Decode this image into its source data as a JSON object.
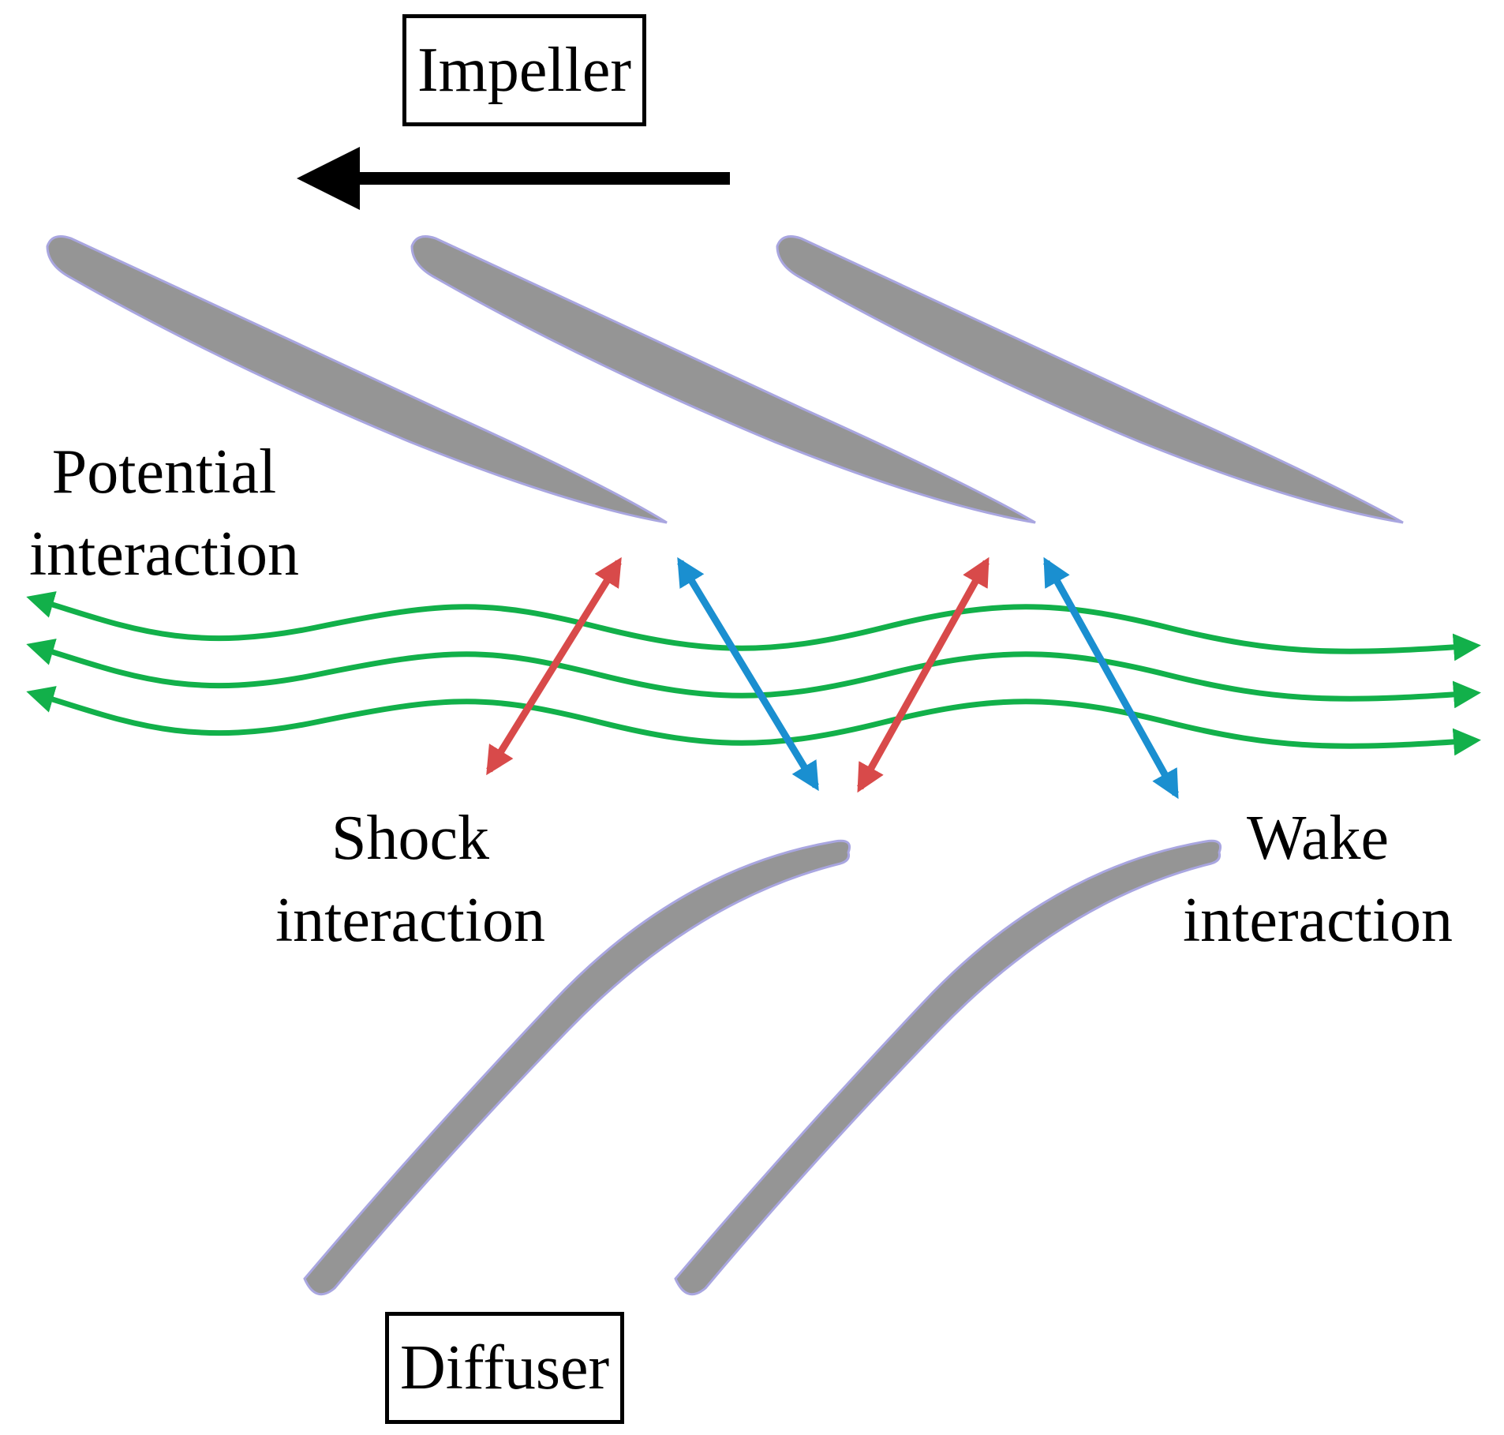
{
  "labels": {
    "impeller": "Impeller",
    "diffuser": "Diffuser",
    "potential": [
      "Potential",
      "interaction"
    ],
    "shock": [
      "Shock",
      "interaction"
    ],
    "wake": [
      "Wake",
      "interaction"
    ]
  },
  "colors": {
    "blade": "#959595",
    "blade_edge": "#a9a6e0",
    "potential": "#12b04a",
    "shock": "#d84a4a",
    "wake": "#1a8fd0",
    "direction_arrow": "#000000"
  }
}
